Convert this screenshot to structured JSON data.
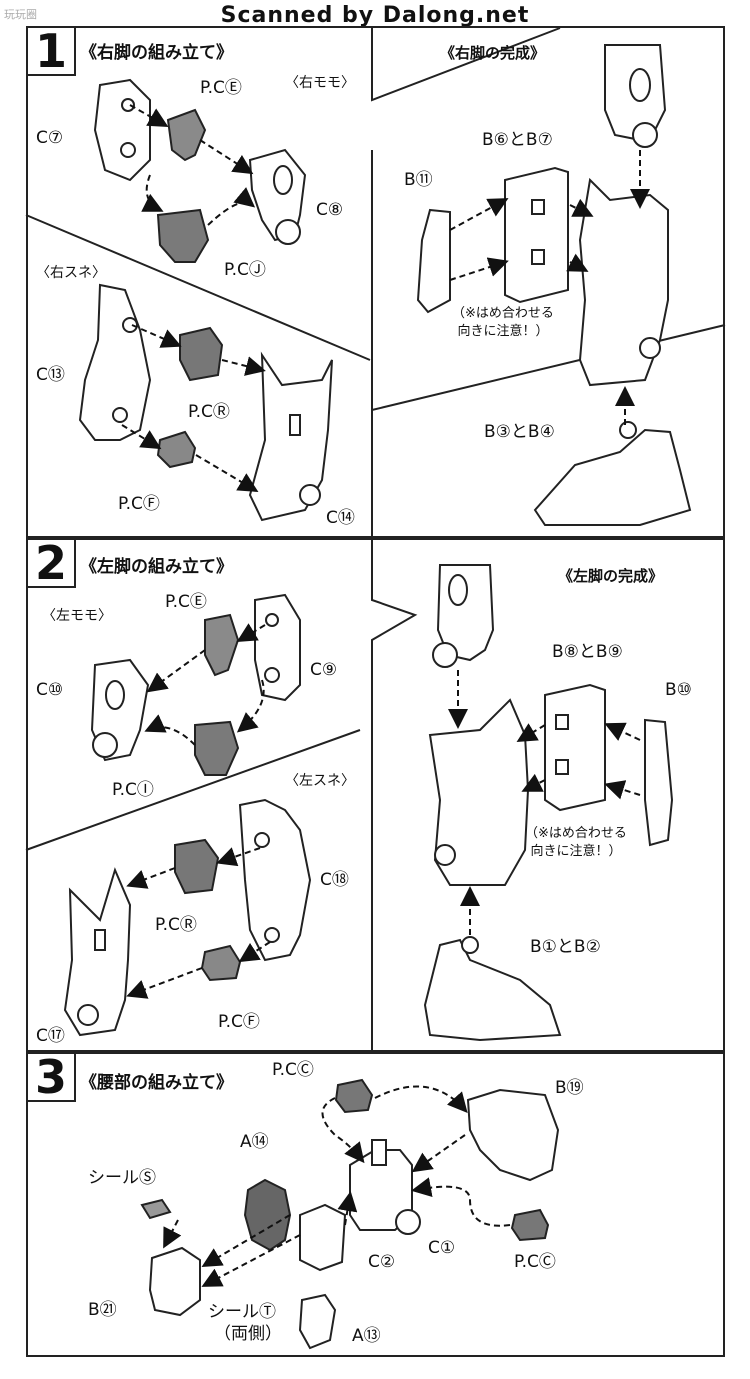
{
  "header": {
    "watermark": "Scanned by Dalong.net",
    "corner_mark": "玩玩圈"
  },
  "step1": {
    "number": "1",
    "title": "《右脚の組み立て》",
    "completion_title": "《右脚の完成》",
    "thigh_label": "〈右モモ〉",
    "shin_label": "〈右スネ〉",
    "parts": {
      "c7": "C⑦",
      "pce": "P.CⒺ",
      "c8": "C⑧",
      "pcj": "P.CⒿ",
      "c13": "C⑬",
      "pcr": "P.CⓇ",
      "pcf": "P.CⒻ",
      "c14": "C⑭",
      "b6b7": "B⑥とB⑦",
      "b11": "B⑪",
      "b3b4": "B③とB④"
    },
    "note_line1": "（※はめ合わせる",
    "note_line2": "向きに注意！）"
  },
  "step2": {
    "number": "2",
    "title": "《左脚の組み立て》",
    "completion_title": "《左脚の完成》",
    "thigh_label": "〈左モモ〉",
    "shin_label": "〈左スネ〉",
    "parts": {
      "pce": "P.CⒺ",
      "c9": "C⑨",
      "c10": "C⑩",
      "pci": "P.CⒾ",
      "pcr": "P.CⓇ",
      "c18": "C⑱",
      "pcf": "P.CⒻ",
      "c17": "C⑰",
      "b8b9": "B⑧とB⑨",
      "b10": "B⑩",
      "b1b2": "B①とB②"
    },
    "note_line1": "（※はめ合わせる",
    "note_line2": "向きに注意！）"
  },
  "step3": {
    "number": "3",
    "title": "《腰部の組み立て》",
    "parts": {
      "pcc_top": "P.CⒸ",
      "b19": "B⑲",
      "a14": "A⑭",
      "seal_su": "シールⓈ",
      "c1": "C①",
      "c2": "C②",
      "pcc_bottom": "P.CⒸ",
      "b21": "B㉑",
      "seal_chi": "シールⓉ",
      "both_sides": "（両側）",
      "a13": "A⑬"
    }
  }
}
